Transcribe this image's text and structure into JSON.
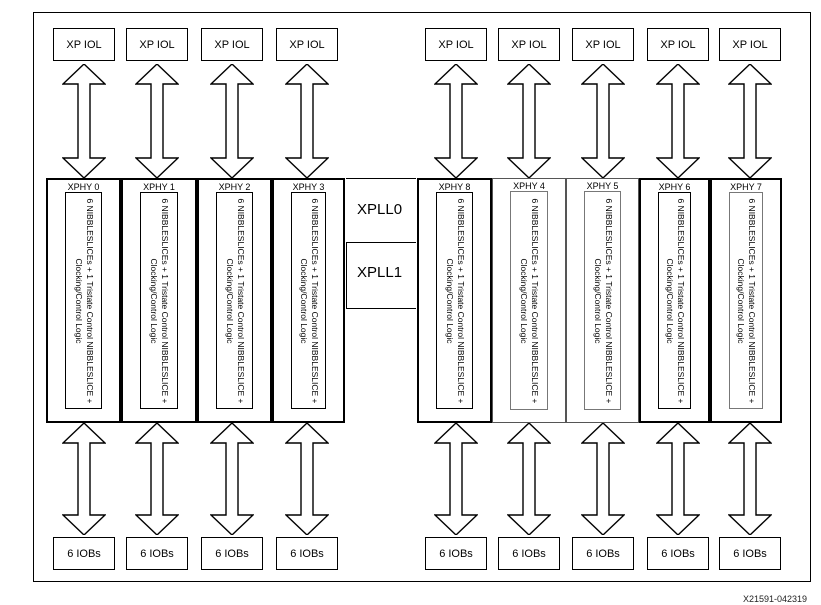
{
  "top_boxes": [
    "XP IOL",
    "XP IOL",
    "XP IOL",
    "XP IOL",
    "XP IOL",
    "XP IOL",
    "XP IOL",
    "XP IOL",
    "XP IOL"
  ],
  "bottom_boxes": [
    "6 IOBs",
    "6 IOBs",
    "6 IOBs",
    "6 IOBs",
    "6 IOBs",
    "6 IOBs",
    "6 IOBs",
    "6 IOBs",
    "6 IOBs"
  ],
  "xphy": [
    {
      "label": "XPHY 0",
      "text": "6 NIBBLESLICEs + 1 Tristate Control NIBBLESLICE + Clocking/Control Logic"
    },
    {
      "label": "XPHY 1",
      "text": "6 NIBBLESLICEs + 1 Tristate Control NIBBLESLICE + Clocking/Control Logic"
    },
    {
      "label": "XPHY 2",
      "text": "6 NIBBLESLICEs + 1 Tristate Control NIBBLESLICE + Clocking/Control Logic"
    },
    {
      "label": "XPHY 3",
      "text": "6 NIBBLESLICEs + 1 Tristate Control NIBBLESLICE + Clocking/Control Logic"
    },
    {
      "label": "XPHY 8",
      "text": "6 NIBBLESLICEs + 1 Tristate Control NIBBLESLICE + Clocking/Control Logic"
    },
    {
      "label": "XPHY 4",
      "text": "6 NIBBLESLICEs + 1 Tristate Control NIBBLESLICE + Clocking/Control Logic"
    },
    {
      "label": "XPHY 5",
      "text": "6 NIBBLESLICEs + 1 Tristate Control NIBBLESLICE + Clocking/Control Logic"
    },
    {
      "label": "XPHY 6",
      "text": "6 NIBBLESLICEs + 1 Tristate Control NIBBLESLICE + Clocking/Control Logic"
    },
    {
      "label": "XPHY 7",
      "text": "6 NIBBLESLICEs + 1 Tristate Control NIBBLESLICE + Clocking/Control Logic"
    }
  ],
  "xpll": [
    "XPLL0",
    "XPLL1"
  ],
  "figure_ref": "X21591-042319"
}
